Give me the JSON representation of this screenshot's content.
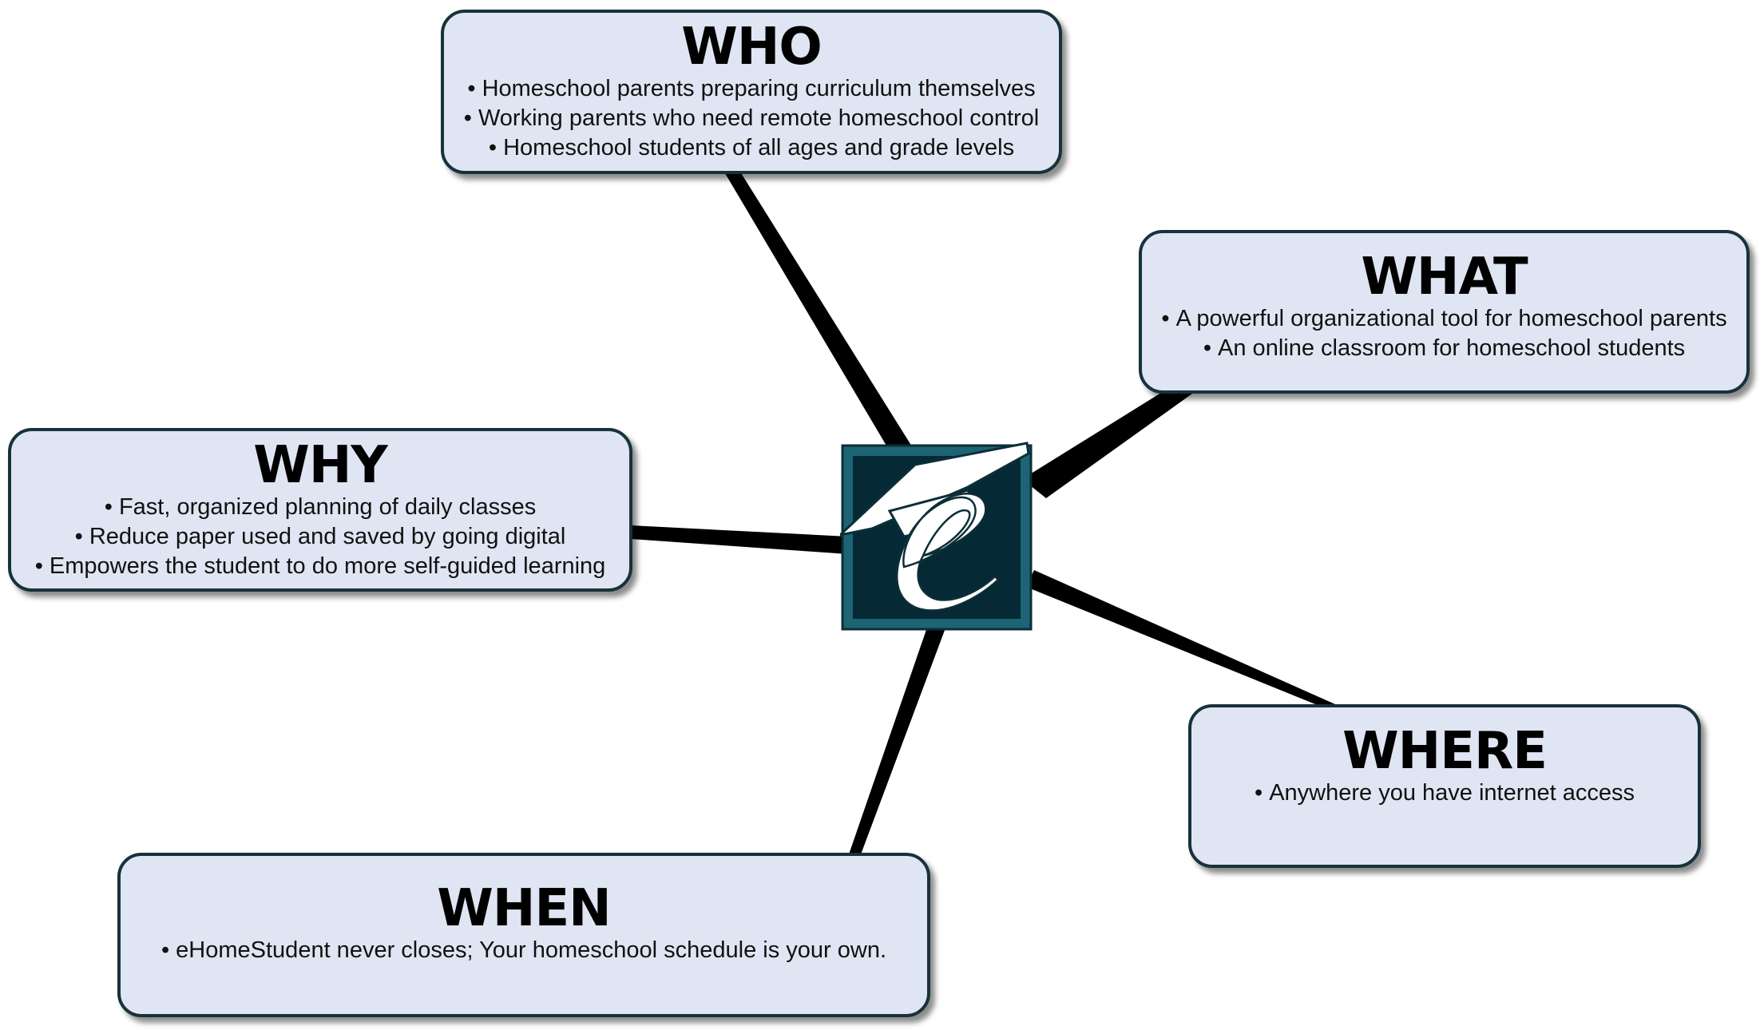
{
  "colors": {
    "card_fill": "#e0e5f3",
    "card_border": "#17323b",
    "connector": "#000000",
    "logo_frame": "#1d6475",
    "logo_inner": "#052a35",
    "logo_mark": "#ffffff"
  },
  "center": {
    "icon": "ehomestudent-logo-icon"
  },
  "cards": {
    "who": {
      "title": "WHO",
      "items": [
        "Homeschool parents preparing curriculum themselves",
        "Working parents who need remote homeschool control",
        "Homeschool students of all ages and grade levels"
      ]
    },
    "what": {
      "title": "WHAT",
      "items": [
        "A powerful organizational tool for homeschool parents",
        "An online classroom for homeschool students"
      ]
    },
    "why": {
      "title": "WHY",
      "items": [
        "Fast, organized planning of daily classes",
        "Reduce paper used and saved by going digital",
        "Empowers the student to do more self-guided learning"
      ]
    },
    "where": {
      "title": "WHERE",
      "items": [
        "Anywhere you have internet access"
      ]
    },
    "when": {
      "title": "WHEN",
      "items": [
        "eHomeStudent never closes;  Your homeschool schedule is your own."
      ]
    }
  }
}
